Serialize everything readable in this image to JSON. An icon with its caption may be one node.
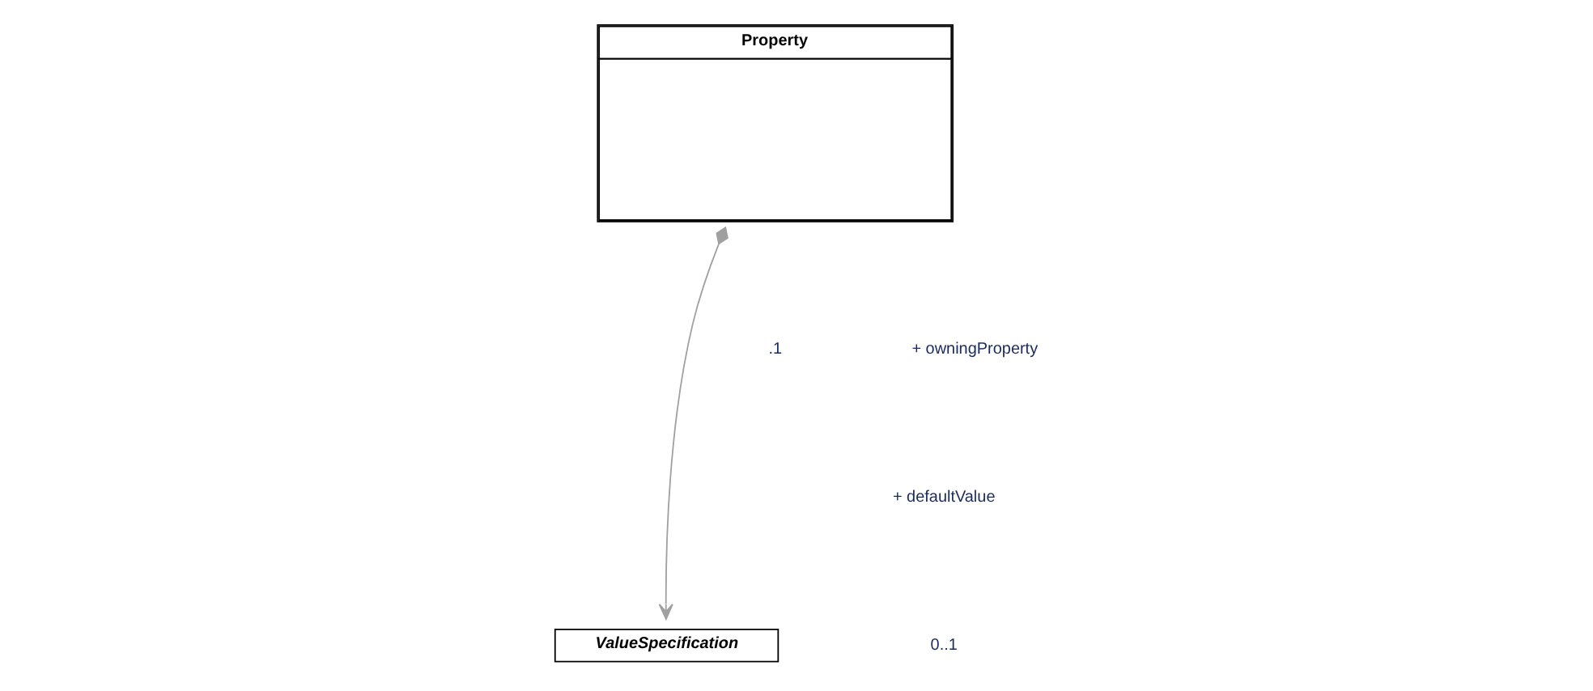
{
  "diagram": {
    "nodes": [
      {
        "text": [
          "Property"
        ]
      },
      {
        "text": [
          "ValueSpecification"
        ]
      }
    ],
    "edges": [
      {
        "from": 0,
        "to": 1,
        "arrow": "to",
        "color": "#a0a0a0"
      }
    ],
    "labels": [
      ".1",
      "+ owningProperty",
      "+ defaultValue",
      "0..1"
    ]
  }
}
